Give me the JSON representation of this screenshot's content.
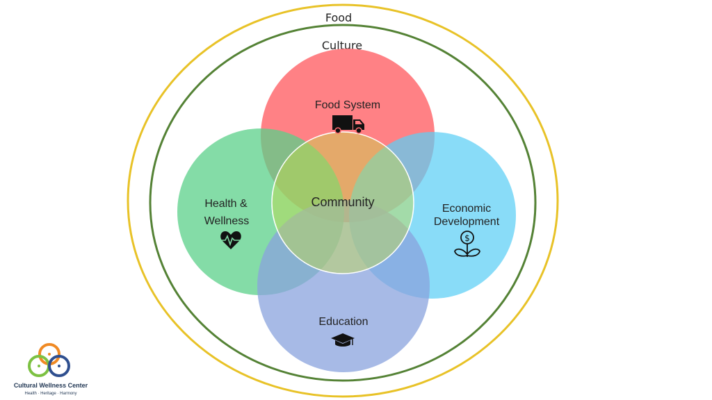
{
  "outer_rings": {
    "food": "Food",
    "culture": "Culture"
  },
  "circles": {
    "food_system": {
      "label": "Food System",
      "icon": "truck-icon"
    },
    "health": {
      "label_line1": "Health &",
      "label_line2": "Wellness",
      "icon": "heart-pulse-icon"
    },
    "economic": {
      "label_line1": "Economic",
      "label_line2": "Development",
      "icon": "money-plant-icon"
    },
    "education": {
      "label": "Education",
      "icon": "graduation-cap-icon"
    },
    "community": {
      "label": "Community"
    }
  },
  "logo": {
    "name": "Cultural Wellness Center",
    "tagline": "Health · Heritage · Harmony"
  },
  "colors": {
    "food_ring": "#e8c227",
    "culture_ring": "#548235",
    "food_system": "#ff6b70",
    "health": "#5bd08a",
    "economic": "#5ccff5",
    "education": "#8aa3dd",
    "community": "#c3d94a"
  }
}
